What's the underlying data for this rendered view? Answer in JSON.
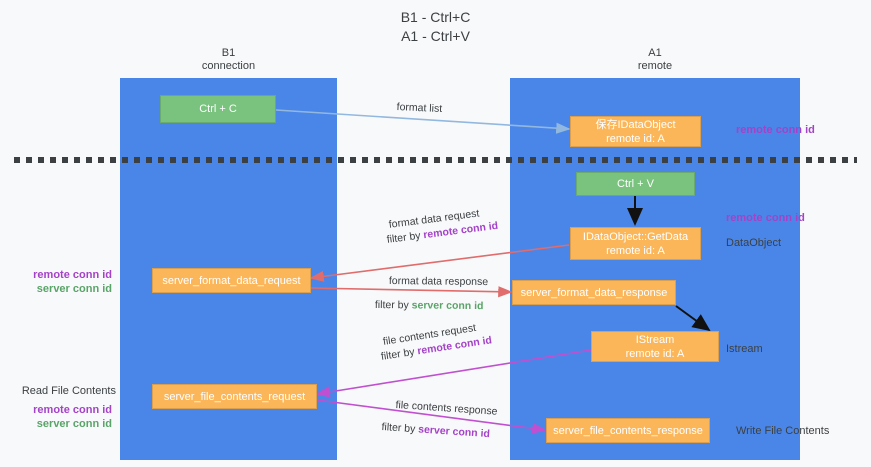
{
  "title": "B1 - Ctrl+C\nA1 - Ctrl+V",
  "columns": [
    {
      "name": "B1",
      "sub": "connection",
      "label": "B1\nconnection"
    },
    {
      "name": "A1",
      "sub": "remote",
      "label": "A1\nremote"
    }
  ],
  "colors": {
    "lane": "#4a86e8",
    "green_box": "#7ac37e",
    "orange_box": "#fbb659",
    "purple_text": "#a442c8",
    "green_text": "#5aa469",
    "blue_arrow": "#93b8e0",
    "red_arrow": "#e06c6c",
    "magenta_arrow": "#c050d0",
    "black_arrow": "#000000",
    "background": "#f8f9fa"
  },
  "nodes": [
    {
      "id": "ctrl-c",
      "label": "Ctrl + C",
      "kind": "green",
      "lane": "B1"
    },
    {
      "id": "save-idataobject",
      "label": "保存IDataObject\nremote id: A",
      "kind": "orange",
      "lane": "A1"
    },
    {
      "id": "ctrl-v",
      "label": "Ctrl + V",
      "kind": "green",
      "lane": "A1"
    },
    {
      "id": "idataobject-getdata",
      "label": "IDataObject::GetData\nremote id: A",
      "kind": "orange",
      "lane": "A1"
    },
    {
      "id": "server-format-data-request",
      "label": "server_format_data_request",
      "kind": "orange",
      "lane": "B1"
    },
    {
      "id": "server-format-data-response",
      "label": "server_format_data_response",
      "kind": "orange",
      "lane": "A1"
    },
    {
      "id": "istream",
      "label": "IStream\nremote id: A",
      "kind": "orange",
      "lane": "A1"
    },
    {
      "id": "server-file-contents-request",
      "label": "server_file_contents_request",
      "kind": "orange",
      "lane": "B1"
    },
    {
      "id": "server-file-contents-response",
      "label": "server_file_contents_response",
      "kind": "orange",
      "lane": "A1"
    }
  ],
  "edge_labels": {
    "format_list": "format list",
    "format_data_request": "format data request",
    "format_data_request_filter_prefix": "filter by ",
    "format_data_request_filter_key": "remote conn id",
    "format_data_response": "format data response",
    "format_data_response_filter_prefix": "filter by ",
    "format_data_response_filter_key": "server conn id",
    "file_contents_request": "file contents request",
    "file_contents_request_filter_prefix": "filter by ",
    "file_contents_request_filter_key": "remote conn id",
    "file_contents_response": "file contents response",
    "file_contents_response_filter_prefix": "filter by ",
    "file_contents_response_filter_key": "server conn id"
  },
  "right_labels": [
    {
      "id": "right-remote-conn-id-1",
      "text": "remote conn id",
      "style": "purple"
    },
    {
      "id": "right-remote-conn-id-2",
      "text": "remote conn id",
      "style": "purple"
    },
    {
      "id": "right-dataobject",
      "text": "DataObject",
      "style": "plain"
    },
    {
      "id": "right-istream",
      "text": "Istream",
      "style": "plain"
    },
    {
      "id": "right-write-file-contents",
      "text": "Write File Contents",
      "style": "plain"
    }
  ],
  "left_labels": [
    {
      "id": "left-remote-conn-id",
      "text": "remote conn id",
      "style": "purple"
    },
    {
      "id": "left-server-conn-id",
      "text": "server conn id",
      "style": "green"
    },
    {
      "id": "left-read-file-contents",
      "text": "Read File Contents",
      "style": "plain"
    },
    {
      "id": "left-remote-conn-id-2",
      "text": "remote conn id",
      "style": "purple"
    },
    {
      "id": "left-server-conn-id-2",
      "text": "server conn id",
      "style": "green"
    }
  ]
}
